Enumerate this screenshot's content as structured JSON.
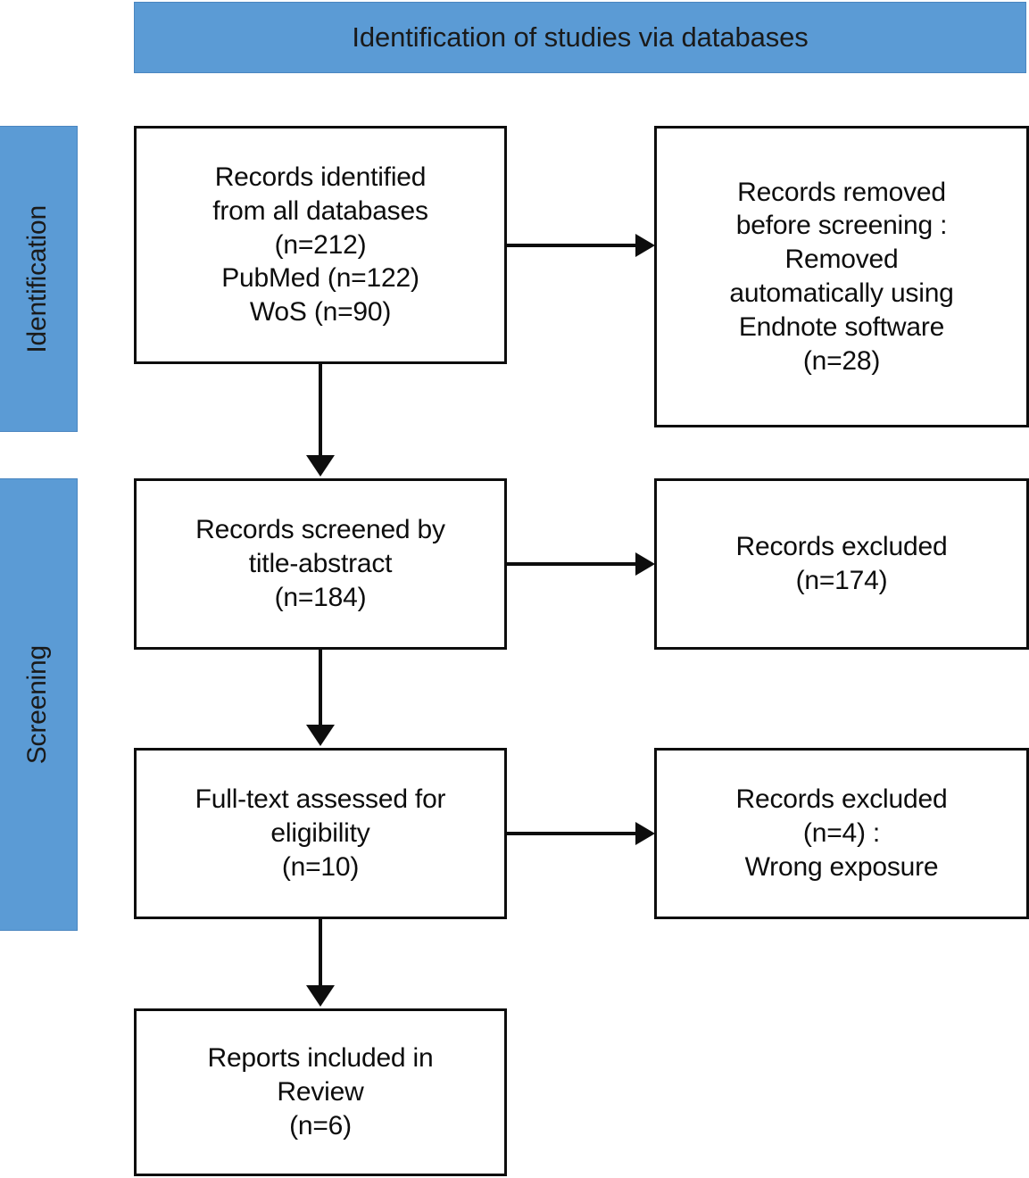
{
  "diagram": {
    "type": "prisma-flow-diagram",
    "header": {
      "title": "Identification of studies via databases"
    },
    "phases": [
      {
        "id": "identification",
        "label": "Identification"
      },
      {
        "id": "screening",
        "label": "Screening"
      }
    ],
    "colors": {
      "phase_blue": "#5B9BD5",
      "phase_blue_border": "#4A86C0",
      "box_border": "#0d0d0d",
      "box_fill": "#ffffff",
      "text": "#0d0d0d"
    },
    "boxes": {
      "records_identified": {
        "name": "Records identified from all databases",
        "lines": [
          "Records identified",
          "from all databases",
          "(n=212)",
          "PubMed (n=122)",
          "WoS (n=90)"
        ],
        "counts": {
          "total": 212,
          "pubmed": 122,
          "wos": 90
        }
      },
      "records_removed": {
        "name": "Records removed before screening",
        "lines": [
          "Records removed",
          "before screening :",
          "Removed",
          "automatically using",
          "Endnote software",
          "(n=28)"
        ],
        "counts": {
          "removed": 28
        }
      },
      "records_screened": {
        "name": "Records screened by title-abstract",
        "lines": [
          "Records screened by",
          "title-abstract",
          "(n=184)"
        ],
        "counts": {
          "screened": 184
        }
      },
      "records_excluded_title_abstract": {
        "name": "Records excluded at title-abstract screening",
        "lines": [
          "Records excluded",
          "(n=174)"
        ],
        "counts": {
          "excluded": 174
        }
      },
      "full_text_assessed": {
        "name": "Full-text assessed for eligibility",
        "lines": [
          "Full-text assessed for",
          "eligibility",
          "(n=10)"
        ],
        "counts": {
          "assessed": 10
        }
      },
      "records_excluded_full_text": {
        "name": "Records excluded at full-text stage",
        "lines": [
          "Records excluded",
          "(n=4) :",
          "Wrong exposure"
        ],
        "counts": {
          "excluded": 4
        },
        "reasons": [
          "Wrong exposure"
        ]
      },
      "reports_included": {
        "name": "Reports included in Review",
        "lines": [
          "Reports included in",
          "Review",
          "(n=6)"
        ],
        "counts": {
          "included": 6
        }
      }
    },
    "connectors": [
      {
        "from": "records_identified",
        "to": "records_removed",
        "direction": "right"
      },
      {
        "from": "records_identified",
        "to": "records_screened",
        "direction": "down"
      },
      {
        "from": "records_screened",
        "to": "records_excluded_title_abstract",
        "direction": "right"
      },
      {
        "from": "records_screened",
        "to": "full_text_assessed",
        "direction": "down"
      },
      {
        "from": "full_text_assessed",
        "to": "records_excluded_full_text",
        "direction": "right"
      },
      {
        "from": "full_text_assessed",
        "to": "reports_included",
        "direction": "down"
      }
    ]
  }
}
